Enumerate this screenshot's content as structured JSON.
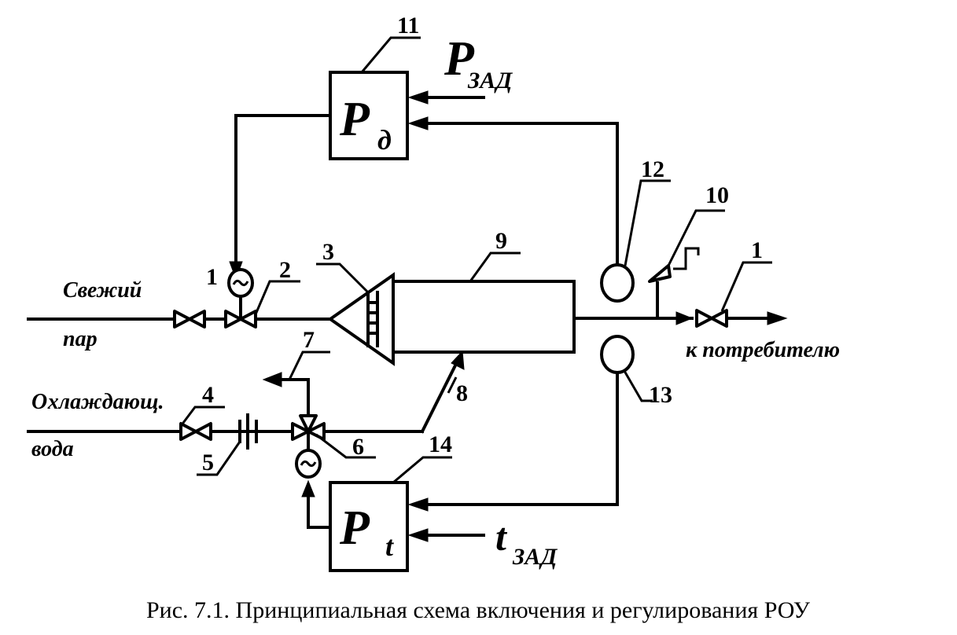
{
  "diagram": {
    "caption": "Рис. 7.1. Принципиальная схема включения и регулирования РОУ",
    "labels": {
      "fresh_steam_line1": "Свежий",
      "fresh_steam_line2": "пар",
      "cooling_water_line1": "Охлаждающ.",
      "cooling_water_line2": "вода",
      "to_consumer": "к потребителю"
    },
    "controllers": {
      "pressure": {
        "main": "P",
        "sub": "д",
        "setpoint_main": "P",
        "setpoint_sub": "ЗАД"
      },
      "temperature": {
        "main": "P",
        "sub": "t",
        "setpoint_main": "t",
        "setpoint_sub": "ЗАД"
      }
    },
    "callouts": [
      "1",
      "2",
      "3",
      "4",
      "5",
      "6",
      "7",
      "8",
      "9",
      "10",
      "11",
      "12",
      "13",
      "14",
      "1"
    ]
  }
}
